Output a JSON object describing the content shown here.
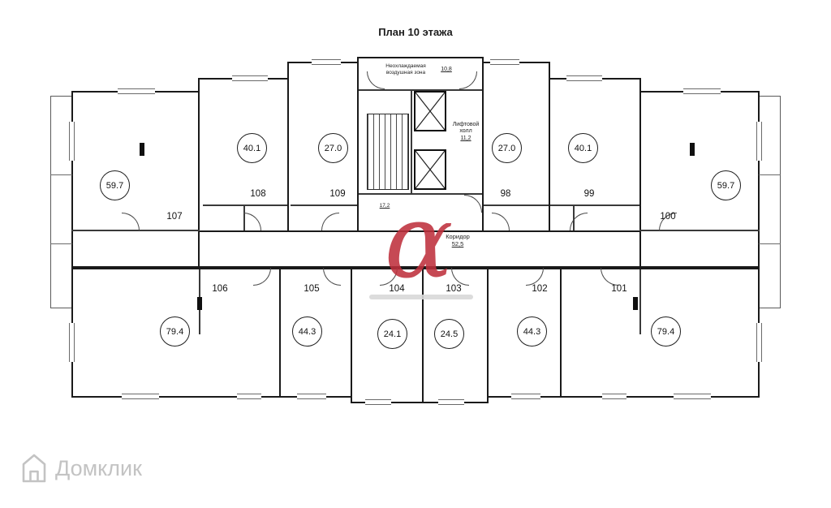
{
  "title": "План 10 этажа",
  "labels": {
    "air_zone_line1": "Неохлаждаемая",
    "air_zone_line2": "воздушная зона",
    "air_zone_area": "10,8",
    "elevator_hall_line1": "Лифтовой",
    "elevator_hall_line2": "холл",
    "elevator_area": "11,2",
    "corridor": "Коридор",
    "corridor_area": "52,5",
    "stair_area": "17,2"
  },
  "apartments": [
    {
      "number": "107",
      "area": "59.7"
    },
    {
      "number": "108",
      "area": "40.1"
    },
    {
      "number": "109",
      "area": "27.0"
    },
    {
      "number": "98",
      "area": "27.0"
    },
    {
      "number": "99",
      "area": "40.1"
    },
    {
      "number": "100",
      "area": "59.7"
    },
    {
      "number": "106",
      "area": "79.4"
    },
    {
      "number": "105",
      "area": "44.3"
    },
    {
      "number": "104",
      "area": "24.1"
    },
    {
      "number": "103",
      "area": "24.5"
    },
    {
      "number": "102",
      "area": "44.3"
    },
    {
      "number": "101",
      "area": "79.4"
    }
  ],
  "watermarks": {
    "alpha_symbol": "α",
    "brand": "Домклик"
  },
  "colors": {
    "wall": "#1a1a1a",
    "accent_red": "#be303c",
    "watermark_grey": "#c3c3c3"
  }
}
